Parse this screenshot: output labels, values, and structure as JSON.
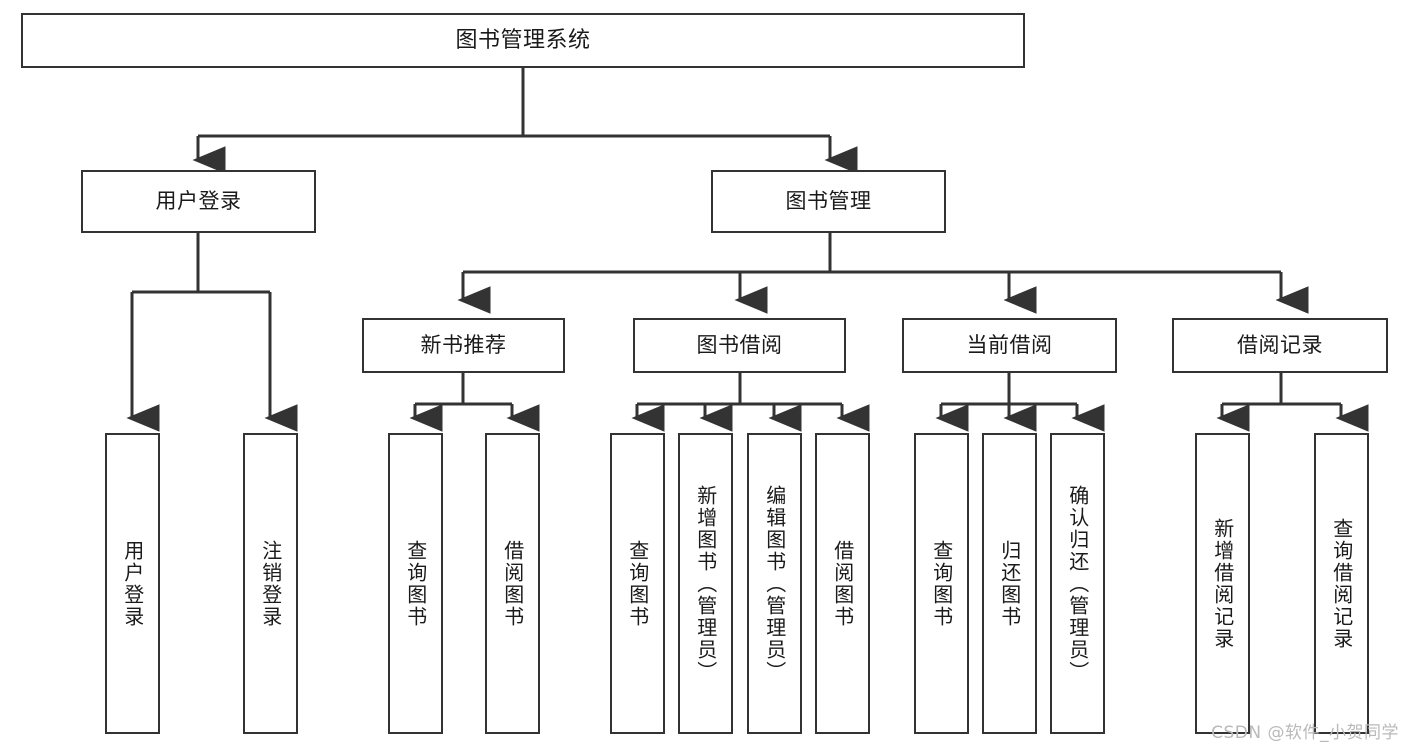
{
  "diagram": {
    "title": "图书管理系统",
    "type": "hierarchy-tree",
    "orientation": "top-down",
    "colors": {
      "box_border": "#333333",
      "box_fill": "#ffffff",
      "connector": "#333333",
      "text": "#1a1a1a",
      "watermark": "#b9b9b9",
      "background": "#ffffff"
    }
  },
  "root": {
    "label": "图书管理系统"
  },
  "level2": [
    {
      "label": "用户登录"
    },
    {
      "label": "图书管理"
    }
  ],
  "level3": [
    {
      "label": "新书推荐"
    },
    {
      "label": "图书借阅"
    },
    {
      "label": "当前借阅"
    },
    {
      "label": "借阅记录"
    }
  ],
  "leaves": {
    "user_login": [
      {
        "label": "用户登录"
      },
      {
        "label": "注销登录"
      }
    ],
    "new_book_recommend": [
      {
        "label": "查询图书"
      },
      {
        "label": "借阅图书"
      }
    ],
    "book_borrow": [
      {
        "label": "查询图书"
      },
      {
        "label": "新增图书（管理员）"
      },
      {
        "label": "编辑图书（管理员）"
      },
      {
        "label": "借阅图书"
      }
    ],
    "current_borrow": [
      {
        "label": "查询图书"
      },
      {
        "label": "归还图书"
      },
      {
        "label": "确认归还（管理员）"
      }
    ],
    "borrow_record": [
      {
        "label": "新增借阅记录"
      },
      {
        "label": "查询借阅记录"
      }
    ]
  },
  "watermark": {
    "text": "CSDN @软件_小贺同学"
  }
}
